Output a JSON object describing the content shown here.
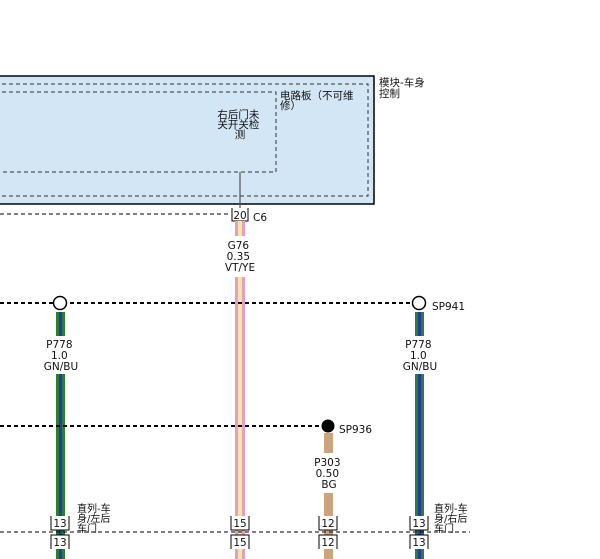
{
  "module": {
    "label_lines": [
      "模块-车身",
      "控制"
    ],
    "board_label_lines": [
      "电路板（不可维",
      "修）"
    ],
    "internal_label_lines": [
      "右后门未",
      "关开关检",
      "测"
    ],
    "colors": {
      "fill": "#d3e6f5",
      "border": "#000000",
      "dash": "#333333"
    }
  },
  "connector_c6": {
    "pin": "20",
    "name": "C6"
  },
  "wire_g76": {
    "circuit": "G76",
    "gauge": "0.35",
    "color_code": "VT/YE",
    "colors": [
      "#e59ad0",
      "#f4e99a",
      "#e59ad0"
    ]
  },
  "splice_left": {
    "circuit": "P778",
    "gauge": "1.0",
    "color_code": "GN/BU",
    "colors": [
      "#2e7d32",
      "#1f3fa5",
      "#2e7d32"
    ]
  },
  "splice_sp941": {
    "name": "SP941",
    "circuit": "P778",
    "gauge": "1.0",
    "color_code": "GN/BU"
  },
  "splice_sp936": {
    "name": "SP936",
    "circuit": "P303",
    "gauge": "0.50",
    "color_code": "BG",
    "color": "#cda37b"
  },
  "lower_connectors": {
    "left_label_lines": [
      "直列-车",
      "身/左后",
      "车门"
    ],
    "right_label_lines": [
      "直列-车",
      "身/右后",
      "车门"
    ],
    "pins": [
      "13",
      "15",
      "12",
      "13"
    ]
  }
}
